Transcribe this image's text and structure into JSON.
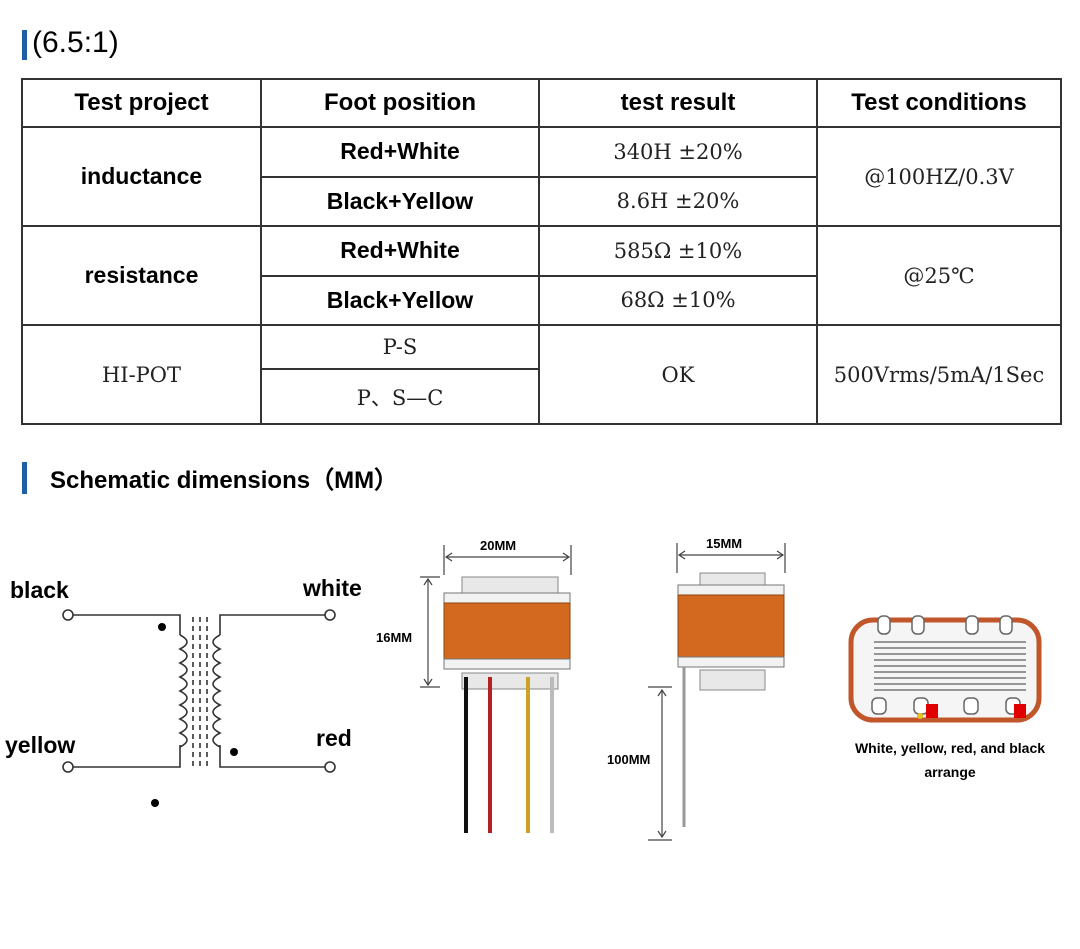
{
  "ratio_heading": "(6.5:1)",
  "table": {
    "headers": [
      "Test project",
      "Foot position",
      "test result",
      "Test conditions"
    ],
    "inductance": {
      "project": "inductance",
      "rows": [
        {
          "foot": "Red+White",
          "result": "340H ±20%"
        },
        {
          "foot": "Black+Yellow",
          "result": "8.6H ±20%"
        }
      ],
      "conditions": "@100HZ/0.3V"
    },
    "resistance": {
      "project": "resistance",
      "rows": [
        {
          "foot": "Red+White",
          "result": "585Ω ±10%"
        },
        {
          "foot": "Black+Yellow",
          "result": "68Ω ±10%"
        }
      ],
      "conditions": "@25℃"
    },
    "hipot": {
      "project": "HI-POT",
      "rows": [
        {
          "foot": "P-S"
        },
        {
          "foot": "P、S—C"
        }
      ],
      "result": "OK",
      "conditions": "500Vrms/5mA/1Sec"
    }
  },
  "schematic_heading": "Schematic dimensions（MM）",
  "schematic": {
    "labels": {
      "black": "black",
      "white": "white",
      "yellow": "yellow",
      "red": "red"
    }
  },
  "dimensions": {
    "width_front": "20MM",
    "height": "16MM",
    "width_side": "15MM",
    "lead_length": "100MM"
  },
  "arrangement_caption": {
    "line1": "White, yellow, red, and black",
    "line2": "arrange"
  },
  "colors": {
    "accent": "#1f5fa8",
    "coil": "#d2691e",
    "lead_red": "#b22222",
    "lead_yellow": "#c9a227"
  }
}
